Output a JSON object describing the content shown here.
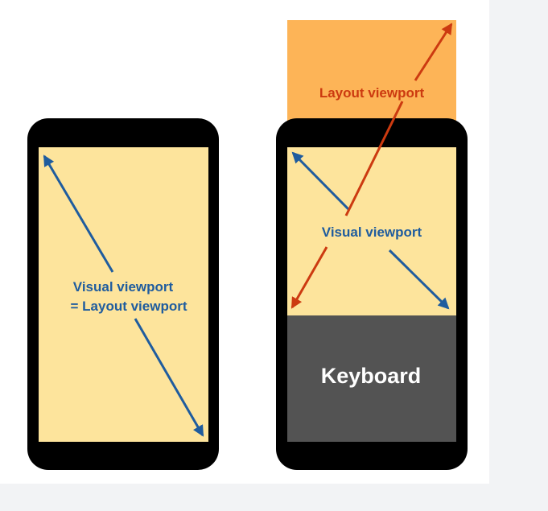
{
  "left_phone": {
    "label_line1": "Visual viewport",
    "label_line2": "= Layout viewport"
  },
  "right_phone": {
    "layout_label": "Layout viewport",
    "visual_label": "Visual viewport",
    "keyboard_label": "Keyboard"
  },
  "colors": {
    "phone_body": "#000000",
    "screen": "#fde49c",
    "layout_viewport": "#fdb457",
    "visual_arrow": "#1f5c9e",
    "layout_arrow": "#cc3a10",
    "keyboard": "#535353",
    "keyboard_text": "#ffffff"
  }
}
